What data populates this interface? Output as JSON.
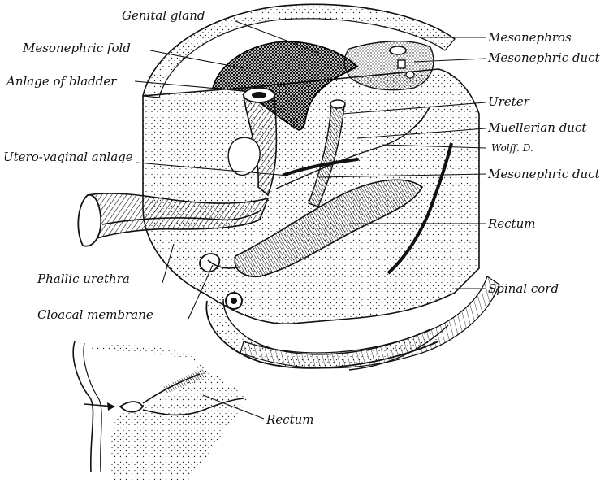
{
  "labels": {
    "genital_gland": "Genital gland",
    "mesonephric_fold": "Mesonephric fold",
    "anlage_of_bladder": "Anlage of bladder",
    "utero_vaginal_anlage": "Utero-vaginal anlage",
    "phallic_urethra": "Phallic urethra",
    "cloacal_membrane": "Cloacal membrane",
    "mesonephros": "Mesonephros",
    "mesonephric_duct_upper": "Mesonephric duct",
    "ureter": "Ureter",
    "muellerian_duct": "Muellerian duct",
    "wolff_d": "Wolff. D.",
    "mesonephric_duct_lower": "Mesonephric duct",
    "rectum": "Rectum",
    "spinal_cord": "Spinal cord",
    "inset_rectum": "Rectum"
  }
}
